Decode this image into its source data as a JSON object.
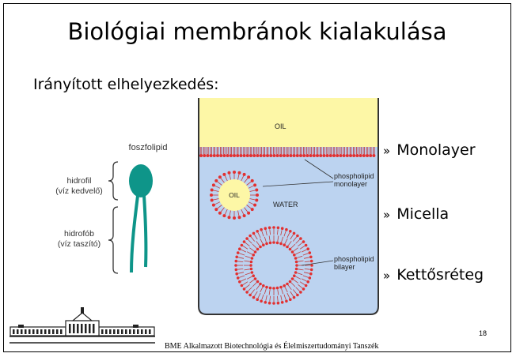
{
  "slide": {
    "title": "Biológiai membránok kialakulása",
    "subtitle": "Irányított elhelyezkedés:",
    "page_number": "18"
  },
  "diagram": {
    "lipid": {
      "title": "foszfolipid",
      "hydrophilic": [
        "hidrofil",
        "(víz kedvelő)"
      ],
      "hydrophobic": [
        "hidrofób",
        "(víz taszító)"
      ],
      "head_color": "#0e9589"
    },
    "container": {
      "oil_label": "OIL",
      "micelle_label": "OIL",
      "water_label": "WATER",
      "monolayer_callout": [
        "phospholipid",
        "monolayer"
      ],
      "bilayer_callout": [
        "phospholipid",
        "bilayer"
      ],
      "oil_color": "#fdf7a6",
      "water_color": "#bcd3f0",
      "head_color": "#e23030"
    }
  },
  "bullets": [
    {
      "mark": "»",
      "text": "Monolayer"
    },
    {
      "mark": "»",
      "text": "Micella"
    },
    {
      "mark": "»",
      "text": "Kettősréteg"
    }
  ],
  "footer": {
    "institution": "BME Alkalmazott Biotechnológia és Élelmiszertudományi Tanszék",
    "logo": "building-logo"
  }
}
